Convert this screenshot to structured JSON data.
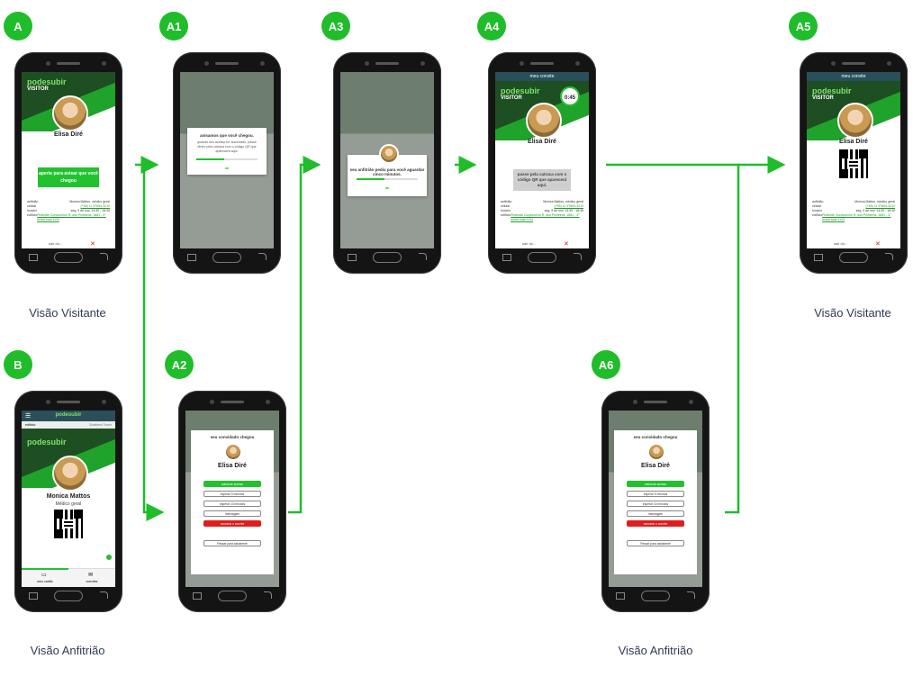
{
  "colors": {
    "accent": "#1fbd2a",
    "dark_green": "#1e4f22",
    "danger": "#e01c1c",
    "caption": "#2f3a55"
  },
  "steps": {
    "A": {
      "badge": "A"
    },
    "A1": {
      "badge": "A1",
      "modal_title": "avisamos que você chegou.",
      "modal_body": "quando seu acesso for autorizado, passe direto pela catraca com o código QR que aparecerá aqui.",
      "ok": "ok"
    },
    "A2": {
      "badge": "A2"
    },
    "A3": {
      "badge": "A3",
      "modal_title": "seu anfitrião pediu para você aguardar cinco minutos.",
      "ok": "ok"
    },
    "A4": {
      "badge": "A4",
      "appbar": "meu convite",
      "timer": "0:45",
      "info": "passe pela catraca com o código QR que aparecerá aqui."
    },
    "A5": {
      "badge": "A5",
      "appbar": "meu convite"
    },
    "A6": {
      "badge": "A6"
    },
    "B": {
      "badge": "B",
      "bar": "podesubir",
      "building_label": "edifício:",
      "building_value": "Business Tower",
      "bottom_left": "meu cartão",
      "bottom_right": "convites"
    }
  },
  "visitor": {
    "logo": "podesubir",
    "logo_sub": "VISITOR",
    "name": "Elisa Diré",
    "arrive_button": "aperte para avisar que você chegou",
    "details": [
      {
        "label": "anfitrião",
        "value": "Monica Mattos, médico geral",
        "link": false
      },
      {
        "label": "celular",
        "value": "(+55) 11 97654-3210",
        "link": true
      },
      {
        "label": "horário",
        "value": "seg, 9 de nov. 14:30 - 18:30",
        "link": false
      },
      {
        "label": "edifício",
        "value": "Pirâmide Condomínio R. dos Pinheiros, 1881 - 3° andar sala 1133",
        "link": true
      }
    ],
    "footer": "sair do..."
  },
  "host": {
    "logo": "podesubir",
    "name": "Monica Mattos",
    "role": "Médico geral"
  },
  "host_prompt": {
    "title": "seu convidado chegou",
    "guest": "Elisa Diré",
    "options": [
      {
        "label": "autorizar acesso",
        "kind": "primary"
      },
      {
        "label": "esperar 5 minutos",
        "kind": "default"
      },
      {
        "label": "esperar 10 minutos",
        "kind": "default"
      },
      {
        "label": "mensagem",
        "kind": "default"
      },
      {
        "label": "cancelar o convite",
        "kind": "danger"
      },
      {
        "label": "Passar para assistente",
        "kind": "default"
      }
    ]
  },
  "captions": {
    "visitor_left": "Visão Visitante",
    "visitor_right": "Visão Visitante",
    "host_left": "Visão Anfitrião",
    "host_right": "Visão Anfitrião"
  }
}
